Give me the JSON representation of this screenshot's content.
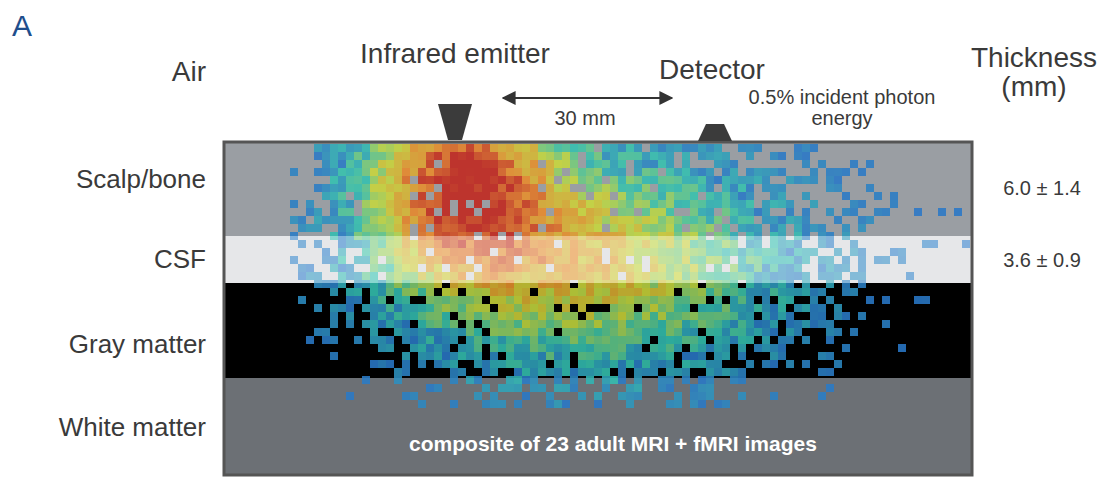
{
  "diagram": {
    "labels": [
      "A",
      "Air",
      "Infrared emitter",
      "Detector",
      "30 mm",
      "0.5% incident photon energy",
      "Thickness (mm)",
      "Scalp/bone",
      "CSF",
      "Gray matter",
      "White matter",
      "6.0 ± 1.4",
      "3.6 ± 0.9",
      "composite of 23 adult MRI + fMRI images"
    ]
  }
}
